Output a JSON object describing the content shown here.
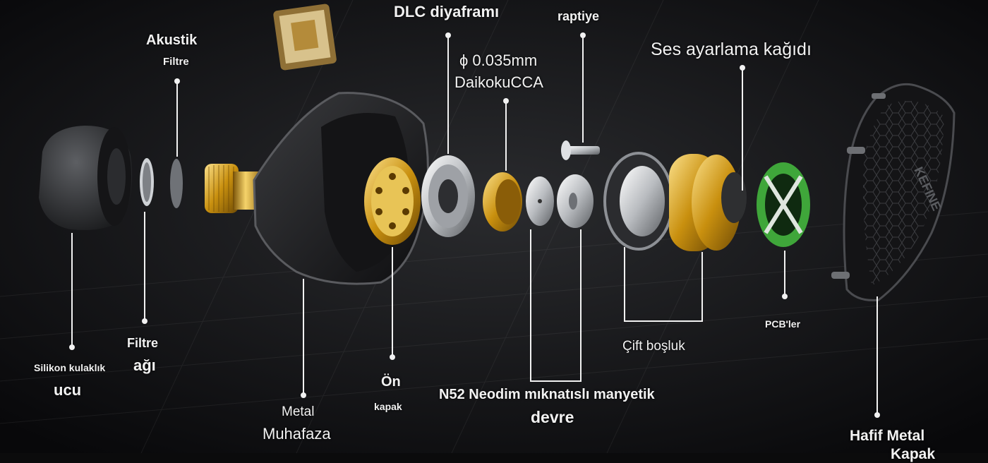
{
  "labels": {
    "dlc": "DLC diyaframı",
    "raptiye": "raptiye",
    "akustik": "Akustik",
    "filtre_top": "Filtre",
    "ses_ayar": "Ses ayarlama kağıdı",
    "wire1": "ϕ 0.035mm",
    "wire2": "DaikokuCCA",
    "silikon1": "Silikon kulaklık",
    "silikon2": "ucu",
    "filtre_agi1": "Filtre",
    "filtre_agi2": "ağı",
    "metal1": "Metal",
    "metal2": "Muhafaza",
    "on1": "Ön",
    "on2": "kapak",
    "n52_1": "N52 Neodim mıknatıslı manyetik",
    "n52_2": "devre",
    "cift": "Çift boşluk",
    "pcb": "PCB'ler",
    "hafif1": "Hafif Metal",
    "hafif2": "Kapak",
    "brand": "KEFINE"
  },
  "colors": {
    "background": "#0b0b0c",
    "gold": "#d4a21c",
    "pcb_green": "#3fa63a",
    "leader": "#f2f2f2"
  }
}
